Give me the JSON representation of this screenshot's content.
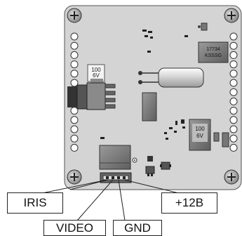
{
  "diagram": {
    "labels": {
      "iris": "IRIS",
      "video": "VIDEO",
      "gnd": "GND",
      "power": "+12B"
    },
    "component_markings": {
      "chip": [
        "17734",
        "KSSSG"
      ],
      "cap_left": [
        "100",
        "6V"
      ],
      "cap_right": [
        "100",
        "6V"
      ]
    }
  }
}
